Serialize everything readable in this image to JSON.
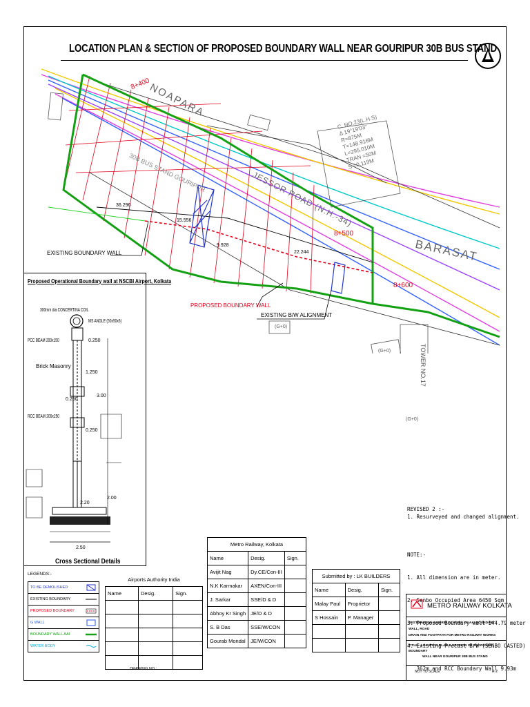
{
  "title": "LOCATION PLAN & SECTION OF PROPOSED BOUNDARY WALL NEAR GOURIPUR 30B BUS STAND",
  "map_labels": {
    "noapara": "NOAPARA",
    "jessor_road": "JESSOR ROAD (N.H.-34)",
    "barasat": "BARASAT",
    "existing_boundary_wall": "EXISTING BOUNDARY WALL",
    "proposed_boundary_wall": "PROPOSED BOUNDARY WALL",
    "existing_bw_alignment": "EXISTING B/W ALIGNMENT",
    "bus_stand": "30B BUS STAND GOURIPUR",
    "chainage_400": "8+400",
    "chainage_500": "8+500",
    "chainage_600": "8+600",
    "tower": "TOWER NO.17",
    "g0_a": "(G+0)",
    "g0_b": "(G+0)",
    "g0_c": "(G+0)",
    "dim_1": "36.296",
    "dim_2": "15.556",
    "dim_3": "9.928",
    "dim_4": "22.244",
    "curve_data": [
      "C. NO.23(L.H.S)",
      "Δ 19°19'03\"",
      "R=875M",
      "T=148.916M",
      "L=295.010M",
      "TRAN =50M",
      "S =0.119M"
    ]
  },
  "section": {
    "heading": "Proposed Operational Boundary wall at NSCBI Airport, Kolkata",
    "footer": "Cross Sectional Details",
    "labels": {
      "concertina": "300mm dia CONCERTINA COIL",
      "angle": "MS ANGLE (50x50x6)",
      "brick": "Brick Masonry",
      "pcc_1": "PCC BEAM 200x150",
      "pcc_2": "RCC BEAM 200x250",
      "dim_0250": "0.250",
      "dim_1250": "1.250",
      "dim_300": "3.00",
      "dim_200": "2.00",
      "dim_220": "2.20",
      "dim_250": "2.50",
      "dim_0250b": "0.250",
      "dim_0250c": "0.250"
    }
  },
  "legend": {
    "title": "LEGENDS:-",
    "items": [
      {
        "label": "TO BE DEMOLISHED",
        "color": "#2233cc"
      },
      {
        "label": "EXISTING BOUNDARY",
        "color": "#000000"
      },
      {
        "label": "PROPOSED BOUNDARY",
        "color": "#e0001a"
      },
      {
        "label": "G WALL",
        "color": "#2255ee"
      },
      {
        "label": "BOUNDARY WALL AAI",
        "color": "#13a013"
      },
      {
        "label": "WATER BODY",
        "color": "#00aadd"
      }
    ]
  },
  "aai_table": {
    "title": "Airports Authority India",
    "headers": [
      "Name",
      "Desig.",
      "Sign."
    ]
  },
  "metro_table": {
    "title": "Metro Railway, Kolkata",
    "headers": [
      "Name",
      "Desig.",
      "Sign."
    ],
    "rows": [
      [
        "Avijit Nag",
        "Dy.CE/Con-III"
      ],
      [
        "N.K Karmakar",
        "AXEN/Con-III"
      ],
      [
        "J. Sarkar",
        "SSE/D & D"
      ],
      [
        "Abhoy Kr Singh",
        "JE/D & D"
      ],
      [
        "S. B Das",
        "SSE/W/CON"
      ],
      [
        "Gourab Mondal",
        "JE/W/CON"
      ]
    ]
  },
  "builder_table": {
    "title": "Submitted by : LK BUILDERS",
    "headers": [
      "Name",
      "Desig.",
      "Sign."
    ],
    "rows": [
      [
        "Malay Paul",
        "Proprietor"
      ],
      [
        "S Hossain",
        "P. Manager"
      ]
    ]
  },
  "revised": {
    "heading": "REVISED 2 :-",
    "items": [
      "1. Resurveyed and changed alignment."
    ]
  },
  "notes": {
    "heading": "NOTE:-",
    "items": [
      "1. All dimension are in meter.",
      "2. Senbo Occupied Area 6450 Sqm",
      "3. Proposed Boundary wall 144.79 meter",
      "4. Existing Precast B/W (SENBO CASTED)",
      "   362m and RCC Boundary Wall 9.93m"
    ]
  },
  "title_block": {
    "org": "METRO RAILWAY KOLKATA",
    "line1": "RESTORATION AND RELOCATION OF AAI BOUNDARY WALL, ROAD",
    "line2": "DRAIN AND FOOTPATH FOR METRO RAILWAY WORKS",
    "line3": "TITLE:- LOCATION PLAN & SECTION OF PROPOSED BOUNDARY",
    "line4": "WALL NEAR GOURIPUR 30B BUS STAND",
    "scale": "NOT TO SCALE",
    "sheet": "R-2"
  },
  "drawing_no": "DRAWING NO :"
}
